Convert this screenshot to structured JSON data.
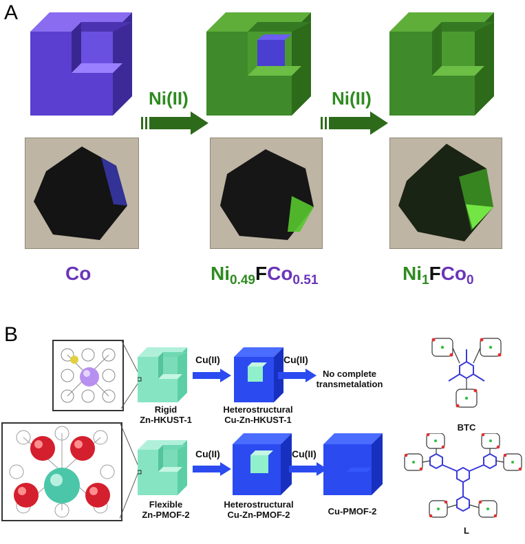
{
  "panel_a": {
    "letter": "A",
    "arrow_labels": [
      "Ni(II)",
      "Ni(II)"
    ],
    "labels": {
      "co": "Co",
      "mid": {
        "ni": "Ni",
        "ni_sub": "0.49",
        "f": "F",
        "co": "Co",
        "co_sub": "0.51"
      },
      "right": {
        "ni": "Ni",
        "ni_sub": "1",
        "f": "F",
        "co": "Co",
        "co_sub": "0"
      }
    },
    "colors": {
      "purple": "#6a35b8",
      "green": "#2e8b1f"
    }
  },
  "panel_b": {
    "letter": "B",
    "row1": {
      "cube_label_1": "Rigid",
      "cube_label_2": "Zn-HKUST-1",
      "arrow_1": "Cu(II)",
      "hetero_label_1": "Heterostructural",
      "hetero_label_2": "Cu-Zn-HKUST-1",
      "arrow_2": "Cu(II)",
      "result_1": "No complete",
      "result_2": "transmetalation"
    },
    "row2": {
      "cube_label_1": "Flexible",
      "cube_label_2": "Zn-PMOF-2",
      "arrow_1": "Cu(II)",
      "hetero_label_1": "Heterostructural",
      "hetero_label_2": "Cu-Zn-PMOF-2",
      "arrow_2": "Cu(II)",
      "final_label": "Cu-PMOF-2"
    },
    "ligands": {
      "btc": "BTC",
      "l": "L"
    },
    "colors": {
      "mint": "#7fe0c0",
      "blue": "#2b4bf0"
    }
  }
}
